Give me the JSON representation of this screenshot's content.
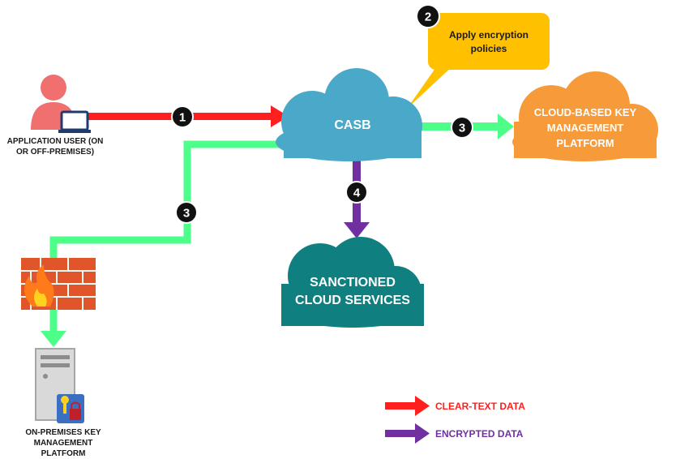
{
  "diagram": {
    "user_label": "APPLICATION USER (ON OR OFF-PREMISES)",
    "casb_label": "CASB",
    "callout_text": "Apply encryption policies",
    "cloud_kms_label": "CLOUD-BASED KEY MANAGEMENT PLATFORM",
    "sanctioned_label": "SANCTIONED CLOUD SERVICES",
    "onprem_label": "ON-PREMISES KEY MANAGEMENT PLATFORM",
    "steps": {
      "one": "1",
      "two": "2",
      "three_a": "3",
      "three_b": "3",
      "four": "4"
    }
  },
  "legend": {
    "clear_text": "CLEAR-TEXT DATA",
    "encrypted": "ENCRYPTED DATA"
  },
  "colors": {
    "clear_text": "#ff1f1f",
    "encrypted": "#7030a0",
    "green_path": "#4dff88",
    "casb_cloud": "#4aa8c8",
    "kms_cloud": "#f79a3a",
    "sanctioned_cloud": "#0f7f80",
    "callout": "#ffc000",
    "user": "#f07070",
    "brick": "#e0552a"
  }
}
